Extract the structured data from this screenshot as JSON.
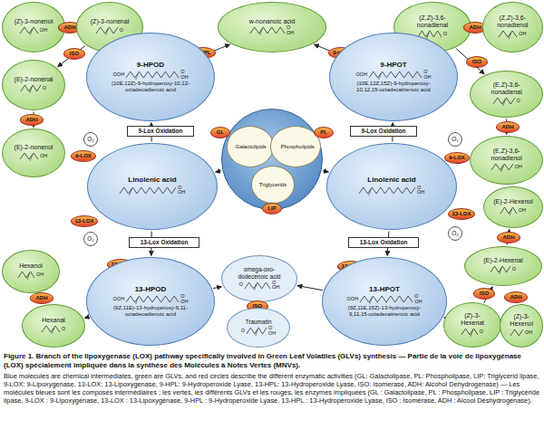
{
  "diagram": {
    "caption": "Figure 1. Branch of the lipoxygenase (LOX) pathway specifically involved in Green Leaf Volatiles (GLVs) synthesis — Partie de la voie de lipoxygénase (LOX) spécialement impliquée dans la synthèse des Molécules à Notes Vertes (MNVs).",
    "nodes": [
      {
        "text": [
          "(Z)-3-nonenol"
        ]
      },
      {
        "text": [
          "ADH"
        ]
      },
      {
        "text": [
          "(Z)-3-nonenal"
        ]
      },
      {
        "text": [
          "w-nonanoic acid"
        ]
      },
      {
        "text": [
          "(Z,Z)-3,6-nonadienal"
        ]
      },
      {
        "text": [
          "ADH"
        ]
      },
      {
        "text": [
          "(Z,Z)-3,6-nonadienol"
        ]
      },
      {
        "text": [
          "ISO"
        ]
      },
      {
        "text": [
          "(E)-2-nonenal"
        ]
      },
      {
        "text": [
          "9-HPL"
        ]
      },
      {
        "text": [
          "9-HPOD",
          "(10E,12Z)-9-hydroperoxy-10,12-octadecadienoic acid"
        ]
      },
      {
        "text": [
          "9-HPL"
        ]
      },
      {
        "text": [
          "9-HPOT",
          "(10E,12Z,15Z)-9-hydroperoxy-10,12,15-octadecatrienoic acid"
        ]
      },
      {
        "text": [
          "ISO"
        ]
      },
      {
        "text": [
          "(E,Z)-3,6-nonadienal"
        ]
      },
      {
        "text": [
          "ADH"
        ]
      },
      {
        "text": [
          "ADH"
        ]
      },
      {
        "text": [
          "(E)-2-nonenol"
        ]
      },
      {
        "text": [
          "(E,Z)-3,6-nonadienol"
        ]
      },
      {
        "text": [
          "9-Lox Oxidation"
        ]
      },
      {
        "text": [
          "9-Lox Oxidation"
        ]
      },
      {
        "text": [
          "O₂"
        ]
      },
      {
        "text": [
          "9-LOX"
        ]
      },
      {
        "text": []
      },
      {
        "text": [
          "Galactolipids"
        ],
        "in": 23
      },
      {
        "text": [
          "Phospholipids"
        ],
        "in": 23
      },
      {
        "text": [
          "Triglycerids"
        ],
        "in": 23
      },
      {
        "text": [
          "GL"
        ]
      },
      {
        "text": [
          "PL"
        ]
      },
      {
        "text": [
          "LIP"
        ]
      },
      {
        "text": [
          "Linolenic acid"
        ]
      },
      {
        "text": [
          "Linolenic acid"
        ]
      },
      {
        "text": [
          "O₂"
        ]
      },
      {
        "text": [
          "9-LOX"
        ]
      },
      {
        "text": [
          "(E)-2-Hexenol"
        ]
      },
      {
        "text": [
          "13-LOX"
        ]
      },
      {
        "text": [
          "O₂"
        ]
      },
      {
        "text": [
          "13-LOX"
        ]
      },
      {
        "text": [
          "O₂"
        ]
      },
      {
        "text": [
          "ADH"
        ]
      },
      {
        "text": [
          "13-Lox Oxidation"
        ]
      },
      {
        "text": [
          "13-Lox Oxidation"
        ]
      },
      {
        "text": [
          "(E)-2-Hexenal"
        ]
      },
      {
        "text": [
          "Hexanol"
        ]
      },
      {
        "text": [
          "13-HPL"
        ]
      },
      {
        "text": [
          "13-HPOD",
          "(9Z,11E)-13-hydroperoxy-9,11-octadecadienoic acid"
        ]
      },
      {
        "text": [
          "omega-oxo-dodecenoic acid"
        ]
      },
      {
        "text": [
          "13-HPL"
        ]
      },
      {
        "text": [
          "13-HPOT",
          "(9Z,11E,15Z)-13-hydroperoxy-9,11,15-octadecatrienoic acid"
        ]
      },
      {
        "text": [
          "ISO"
        ]
      },
      {
        "text": [
          "ISO"
        ]
      },
      {
        "text": [
          "ADH"
        ]
      },
      {
        "text": [
          "Hexanal"
        ]
      },
      {
        "text": [
          "Traumatin"
        ]
      },
      {
        "text": [
          "(Z)-3-Hexenal"
        ]
      },
      {
        "text": [
          "ADH"
        ]
      },
      {
        "text": [
          "(Z)-3-Hexenol"
        ]
      }
    ],
    "edges": [
      {
        "from": 23,
        "to": 30,
        "arrow": "to"
      },
      {
        "from": 23,
        "to": 31,
        "arrow": "to"
      },
      {
        "from": 30,
        "to": 10,
        "arrow": "to"
      },
      {
        "from": 30,
        "to": 45,
        "arrow": "to"
      },
      {
        "from": 10,
        "to": 2,
        "arrow": "to"
      },
      {
        "from": 10,
        "to": 3,
        "arrow": "to"
      },
      {
        "from": 2,
        "to": 0,
        "arrow": "to"
      },
      {
        "from": 2,
        "to": 8,
        "arrow": "to"
      },
      {
        "from": 8,
        "to": 17,
        "arrow": "to"
      },
      {
        "from": 31,
        "to": 12,
        "arrow": "to"
      },
      {
        "from": 31,
        "to": 48,
        "arrow": "to"
      },
      {
        "from": 12,
        "to": 3,
        "arrow": "to"
      },
      {
        "from": 12,
        "to": 4,
        "arrow": "to"
      },
      {
        "from": 4,
        "to": 6,
        "arrow": "to"
      },
      {
        "from": 4,
        "to": 14,
        "arrow": "to"
      },
      {
        "from": 14,
        "to": 18,
        "arrow": "to"
      },
      {
        "from": 45,
        "to": 52,
        "arrow": "to"
      },
      {
        "from": 52,
        "to": 43,
        "arrow": "to"
      },
      {
        "from": 45,
        "to": 46,
        "arrow": "to"
      },
      {
        "from": 48,
        "to": 46,
        "arrow": "to"
      },
      {
        "from": 46,
        "to": 53,
        "arrow": "to"
      },
      {
        "from": 48,
        "to": 54,
        "arrow": "to"
      },
      {
        "from": 54,
        "to": 56,
        "arrow": "to"
      },
      {
        "from": 54,
        "to": 42,
        "arrow": "to"
      },
      {
        "from": 42,
        "to": 34,
        "arrow": "to"
      }
    ],
    "labels": [
      "OH",
      "O",
      "O",
      "OH",
      "O",
      "OH",
      "O",
      "OOH",
      "O",
      "OH",
      "OOH",
      "O",
      "OH",
      "O",
      "OH",
      "OH",
      "O",
      "OH",
      "O",
      "OH",
      "OH",
      "O",
      "OH",
      "OOH",
      "O",
      "OH",
      "O",
      "O",
      "OH",
      "OOH",
      "O",
      "OH",
      "O",
      "O",
      "OH",
      "O",
      "O",
      "OH",
      "Blue molecules are chemical intermediates, green are GLVs, and red circles describe the different enzymatic activities (GL: Galactolipase, PL: Phospholipase, LIP: Triglycerid lipase, 9-LOX: 9-Lipoxygenase, 13-LOX: 13-Lipoxygenase, 9-HPL: 9-Hydroperoxide Lyase, 13-HPL: 13-Hydroperoxide Lyase, ISO: Isomerase, ADH: Alcohol Dehydrogenase) — Les molécules bleues sont les composés intermédiaires ; les vertes, les différents GLVs et les rouges, les enzymes impliquées (GL : Galactolipase, PL : Phospholipase, LIP : Triglycéride lipase, 9-LOX : 9-Lipoxygénase, 13-LOX : 13-Lipoxygénase, 9-HPL : 9-Hydroperoxide Lyase, 13-HPL : 13-Hydroperoxide Lyase, ISO : Isomérase, ADH : Alcool Déshydrogénase)."
    ]
  }
}
